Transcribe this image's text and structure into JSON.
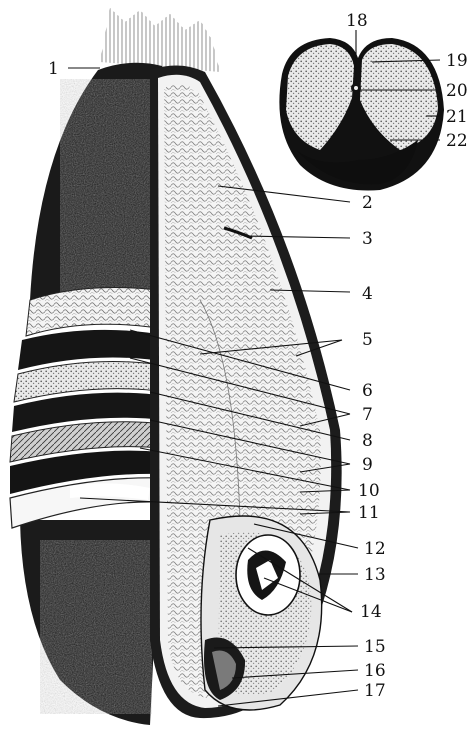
{
  "figure": {
    "callouts": [
      "1",
      "2",
      "3",
      "4",
      "5",
      "6",
      "7",
      "8",
      "9",
      "10",
      "11",
      "12",
      "13",
      "14",
      "15",
      "16",
      "17",
      "18",
      "19",
      "20",
      "21",
      "22"
    ]
  }
}
